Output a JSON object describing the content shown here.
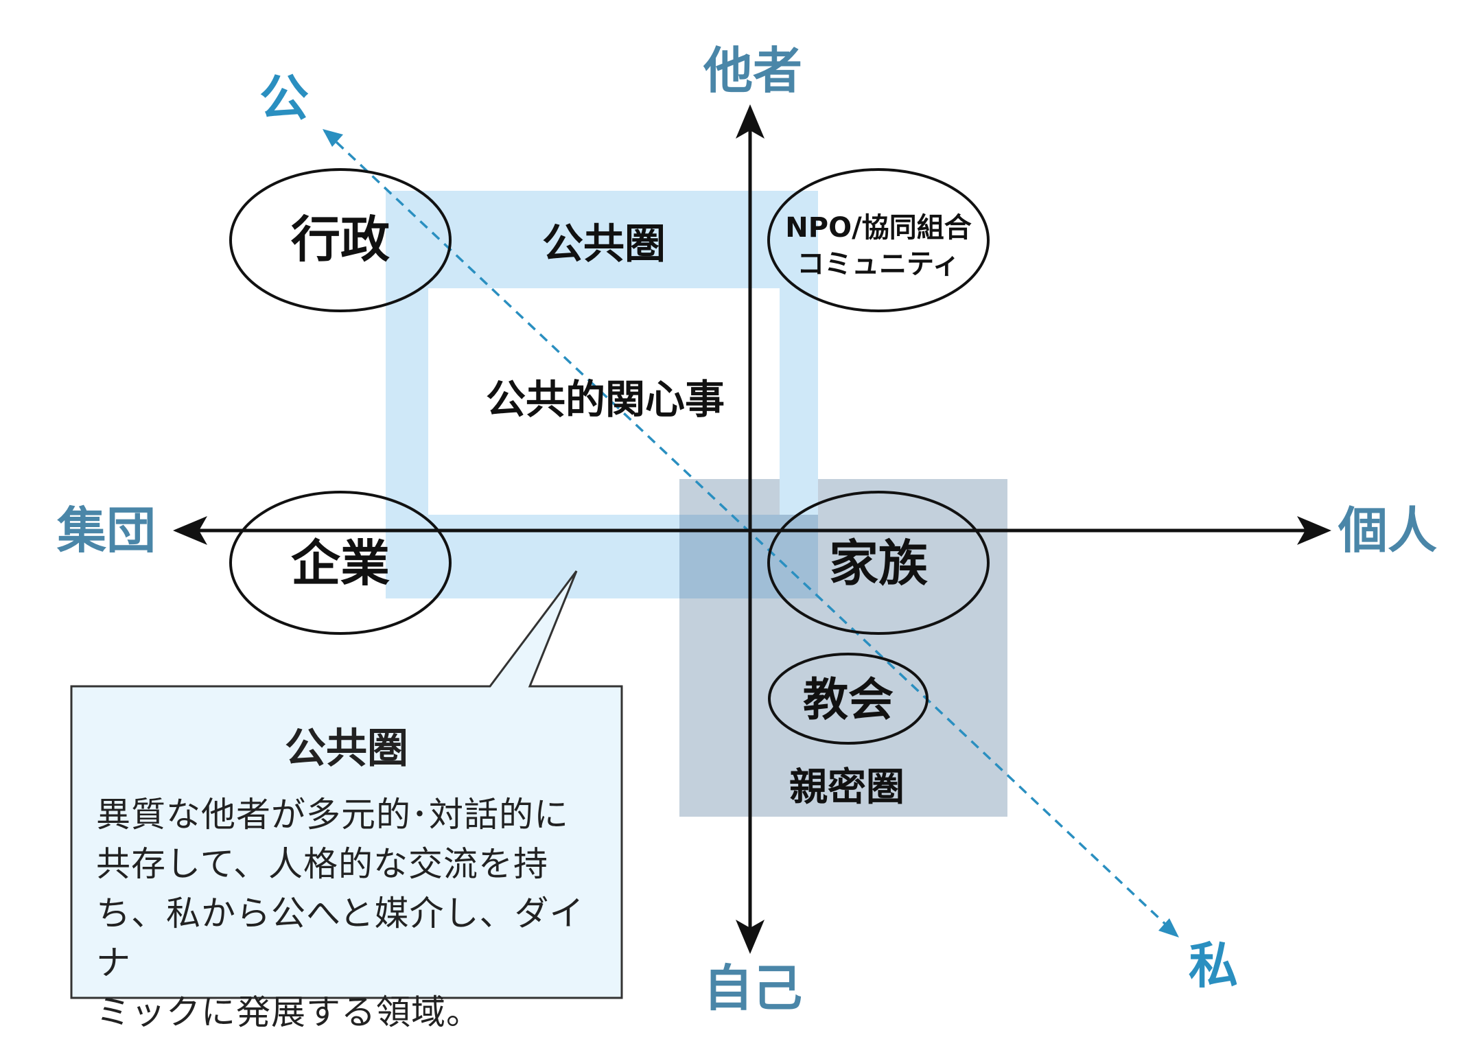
{
  "axes": {
    "top": "他者",
    "bottom": "自己",
    "left": "集団",
    "right": "個人",
    "diag_start": "公",
    "diag_end": "私"
  },
  "regions": {
    "public_sphere": "公共圏",
    "public_concern": "公共的関心事",
    "intimate_sphere": "親密圏"
  },
  "nodes": {
    "gyosei": "行政",
    "npo_line1": "NPO/協同組合",
    "npo_line2": "コミュニティ",
    "kigyo": "企業",
    "kazoku": "家族",
    "kyokai": "教会"
  },
  "callout": {
    "title": "公共圏",
    "lines": [
      "異質な他者が多元的･対話的に",
      "共存して、人格的な交流を持",
      "ち、私から公へと媒介し、ダイナ",
      "ミックに発展する領域。"
    ]
  },
  "colors": {
    "axis_label": "#4a86a8",
    "diag_label": "#2a8fc0",
    "public_band": "#cfe8f8",
    "intimate_band": "#b8c8d6",
    "overlap": "#9ab9d2",
    "callout_bg": "#eaf6fd",
    "dash": "#2a8fc0"
  }
}
